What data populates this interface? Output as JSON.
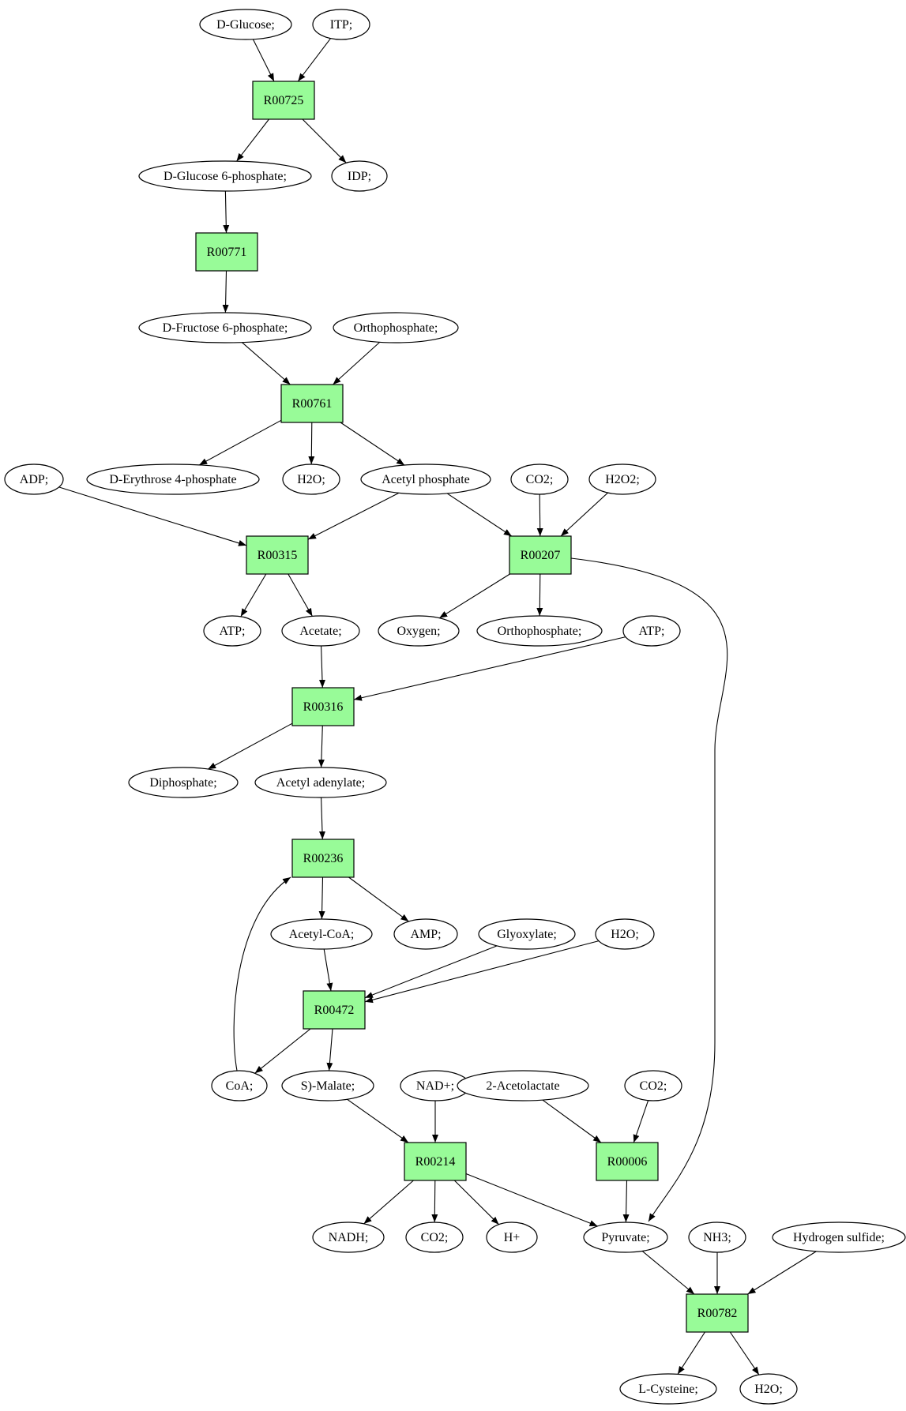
{
  "colors": {
    "reaction_fill": "#98fb98",
    "start_fill": "#00ff00",
    "target_fill": "#ffff00",
    "compound_fill": "#ffffff",
    "stroke": "#000000"
  },
  "nodes": {
    "n_dglucose": "D-Glucose;",
    "n_itp": "ITP;",
    "r00725": "R00725",
    "n_g6p": "D-Glucose 6-phosphate;",
    "n_idp": "IDP;",
    "r00771": "R00771",
    "n_f6p": "D-Fructose 6-phosphate;",
    "n_pi1": "Orthophosphate;",
    "r00761": "R00761",
    "n_adp": "ADP;",
    "n_e4p": "D-Erythrose 4-phosphate",
    "n_h2o_1": "H2O;",
    "n_acp": "Acetyl phosphate",
    "n_co2_1": "CO2;",
    "n_h2o2": "H2O2;",
    "r00315": "R00315",
    "r00207": "R00207",
    "n_atp_1": "ATP;",
    "n_acetate": "Acetate;",
    "n_oxygen": "Oxygen;",
    "n_pi2": "Orthophosphate;",
    "n_atp_2": "ATP;",
    "r00316": "R00316",
    "n_ppi": "Diphosphate;",
    "n_acad": "Acetyl adenylate;",
    "r00236": "R00236",
    "n_accoa": "Acetyl-CoA;",
    "n_amp": "AMP;",
    "n_glyox": "Glyoxylate;",
    "n_h2o_2": "H2O;",
    "r00472": "R00472",
    "n_coa": "CoA;",
    "n_malate": "S)-Malate;",
    "n_nad": "NAD+;",
    "n_acetolac": "2-Acetolactate",
    "n_co2_2": "CO2;",
    "r00214": "R00214",
    "r00006": "R00006",
    "n_nadh": "NADH;",
    "n_co2_3": "CO2;",
    "n_hplus": "H+",
    "n_pyruvate": "Pyruvate;",
    "n_nh3": "NH3;",
    "n_h2s": "Hydrogen sulfide;",
    "r00782": "R00782",
    "n_lcys": "L-Cysteine;",
    "n_h2o_3": "H2O;"
  }
}
